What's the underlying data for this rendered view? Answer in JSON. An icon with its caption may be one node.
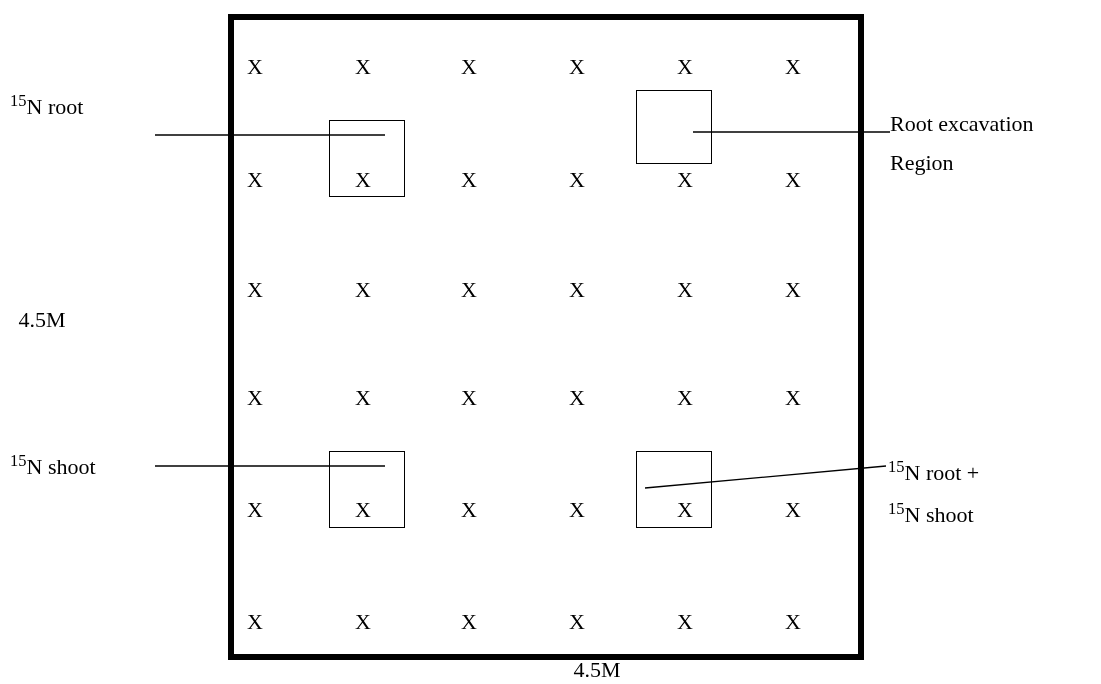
{
  "diagram": {
    "nodes": [
      {
        "text": [
          "$^{15}$N root"
        ]
      },
      {
        "text": [],
        "shape": "box"
      },
      {
        "text": [],
        "shape": "box"
      },
      {
        "text": [
          "Root excavation Region"
        ]
      },
      {
        "text": [
          "$^{15}$N shoot"
        ]
      },
      {
        "text": [],
        "shape": "box"
      },
      {
        "text": [],
        "shape": "box"
      },
      {
        "text": [
          "$^{15}$N root + $^{15}$N shoot"
        ]
      }
    ],
    "edges": [
      {
        "from": 0,
        "to": 1,
        "arrow": "none"
      },
      {
        "from": 3,
        "to": 2,
        "arrow": "none"
      },
      {
        "from": 4,
        "to": 5,
        "arrow": "none"
      },
      {
        "from": 7,
        "to": 6,
        "arrow": "none"
      }
    ],
    "labels": [
      "X",
      "X",
      "X",
      "X",
      "X",
      "X",
      "X",
      "X",
      "X",
      "X",
      "X",
      "X",
      "X",
      "X",
      "X",
      "X",
      "X",
      "X",
      "4.5M",
      "X",
      "X",
      "X",
      "X",
      "X",
      "X",
      "X",
      "X",
      "X",
      "X",
      "X",
      "X",
      "X",
      "X",
      "X",
      "X",
      "X",
      "X",
      "4.5M"
    ]
  }
}
